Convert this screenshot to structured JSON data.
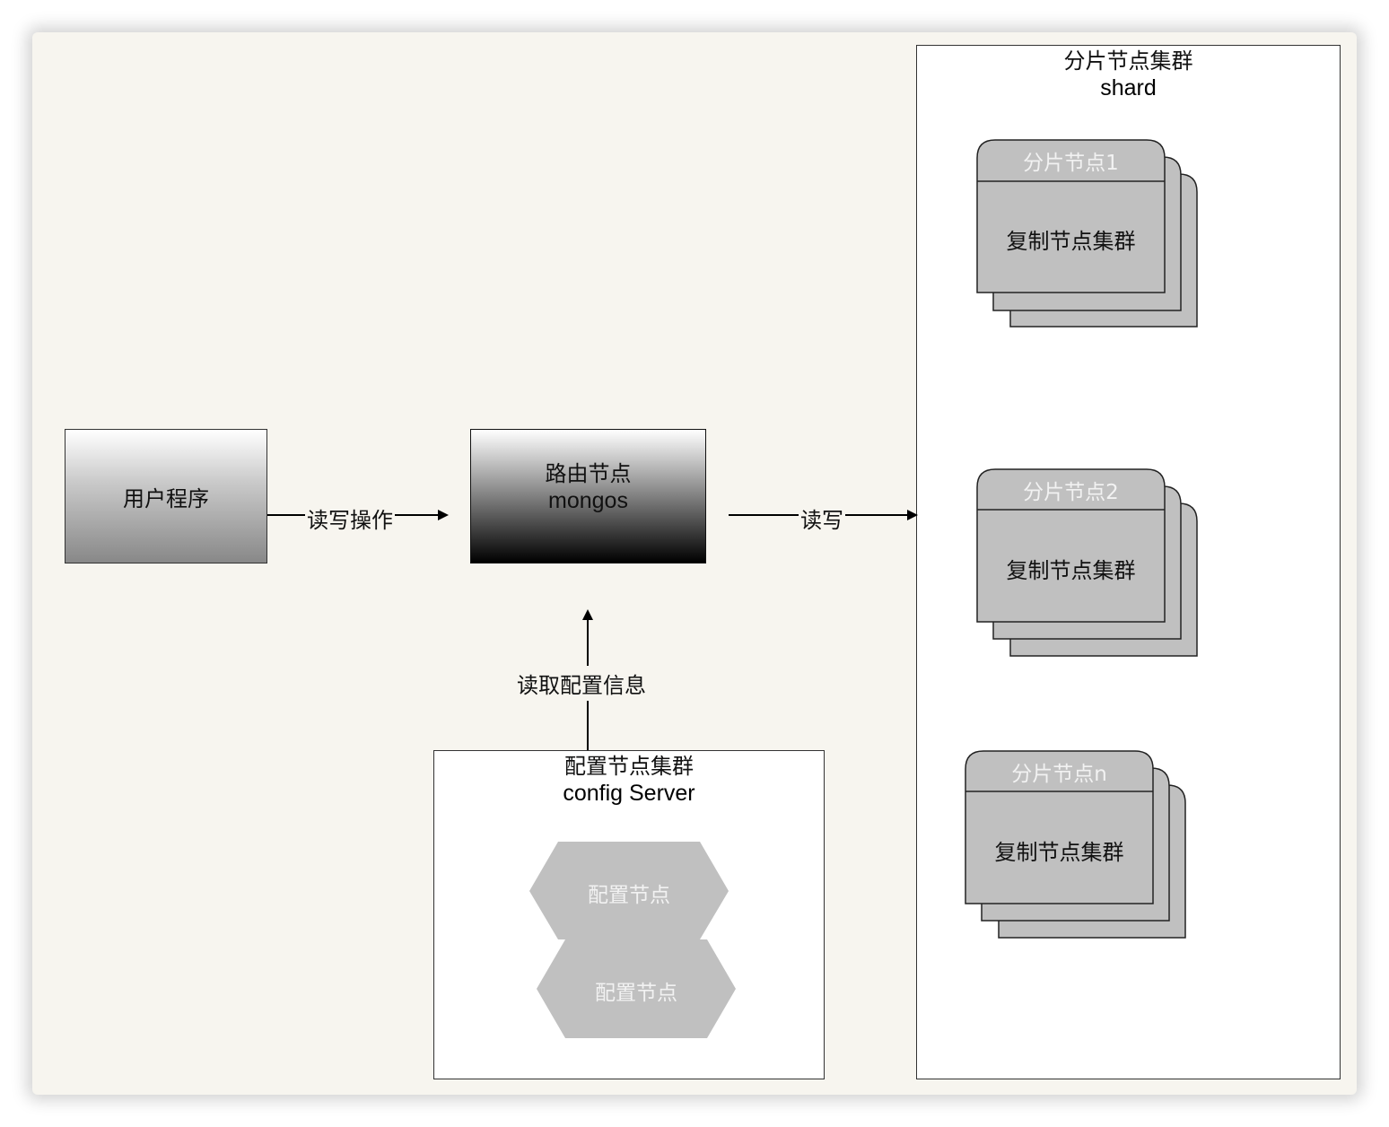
{
  "diagram": {
    "user_program": "用户程序",
    "mongos": {
      "title": "路由节点",
      "subtitle": "mongos"
    },
    "edges": {
      "user_to_mongos": "读写操作",
      "mongos_to_shard": "读写",
      "config_to_mongos": "读取配置信息"
    },
    "shard_cluster": {
      "title": "分片节点集群",
      "subtitle": "shard",
      "nodes": [
        {
          "header": "分片节点1",
          "body": "复制节点集群"
        },
        {
          "header": "分片节点2",
          "body": "复制节点集群"
        },
        {
          "header": "分片节点n",
          "body": "复制节点集群"
        }
      ]
    },
    "config_cluster": {
      "title": "配置节点集群",
      "subtitle": "config Server",
      "nodes": [
        "配置节点",
        "配置节点"
      ]
    }
  },
  "colors": {
    "background": "#f7f5ef",
    "node_fill": "#c0c0c0",
    "node_text_light": "#f2f2f2",
    "line": "#000000"
  }
}
